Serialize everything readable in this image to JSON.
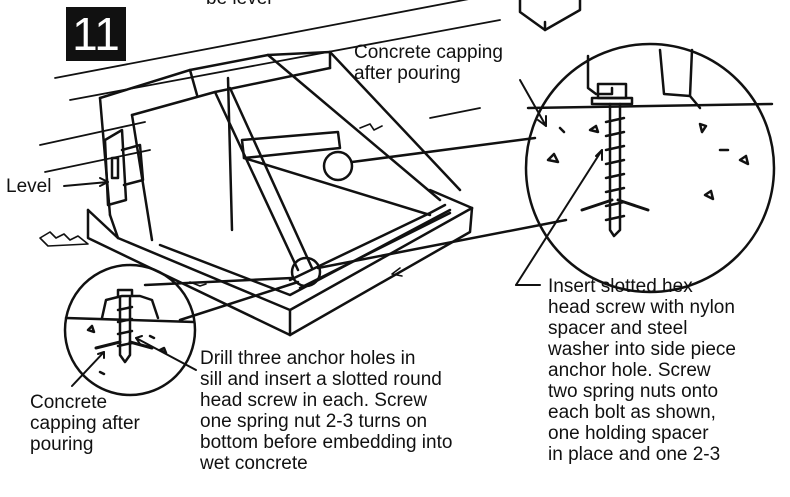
{
  "step_number": "11",
  "labels": {
    "top_cut": "be level",
    "level": "Level",
    "concrete_capping_top": [
      "Concrete capping",
      "after pouring"
    ],
    "concrete_capping_left": [
      "Concrete",
      "capping after",
      "pouring"
    ],
    "drill_instruction": [
      "Drill three anchor holes in",
      "sill and insert a slotted round",
      "head screw in each. Screw",
      "one spring nut 2-3 turns on",
      "bottom before embedding into",
      "wet concrete"
    ],
    "insert_instruction": [
      "Insert slotted hex",
      "head screw with nylon",
      "spacer and steel",
      "washer into side piece",
      "anchor hole. Screw",
      "two spring nuts onto",
      "each bolt as shown,",
      "one holding spacer",
      "in place and one 2-3"
    ]
  }
}
